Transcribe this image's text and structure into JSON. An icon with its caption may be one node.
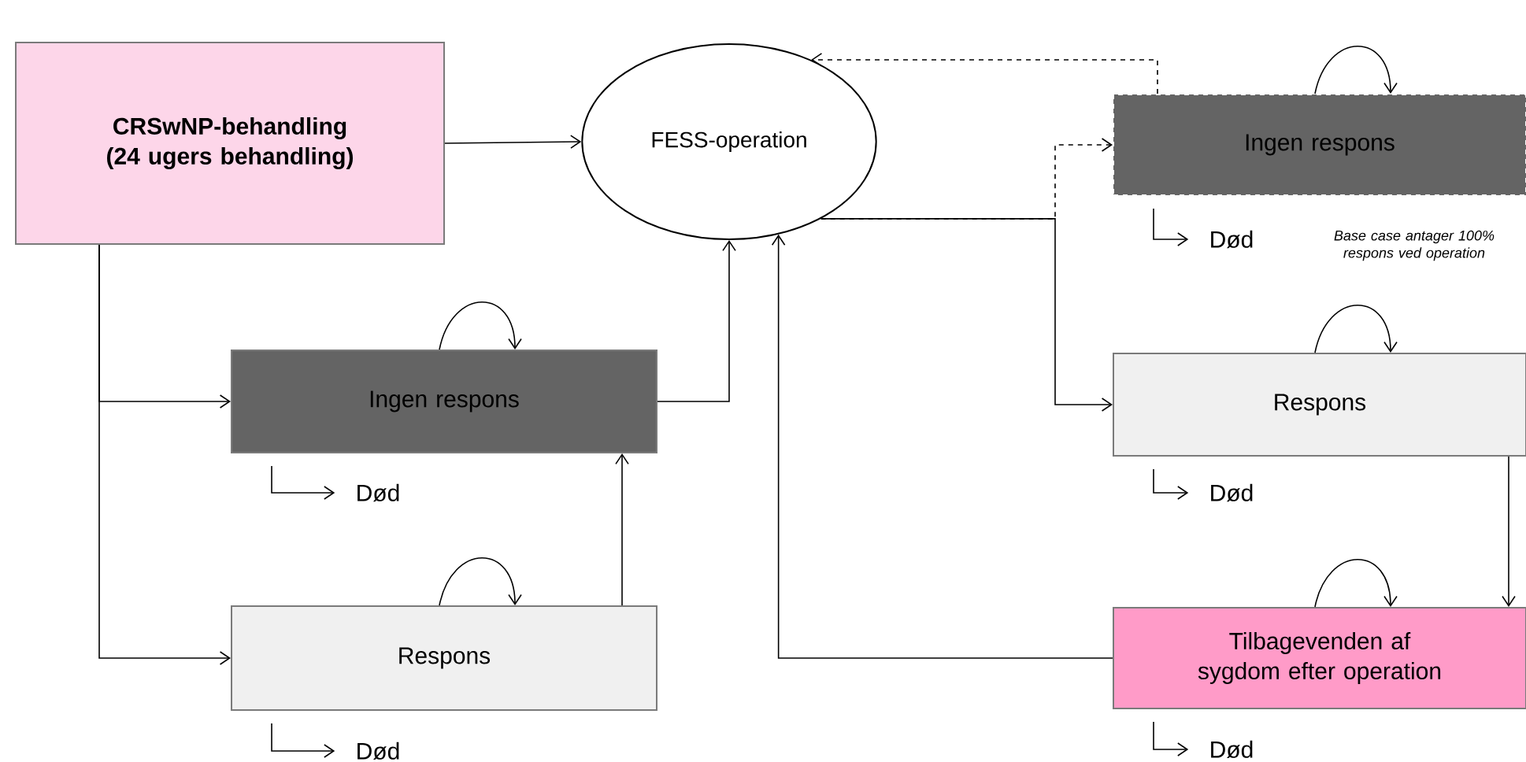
{
  "diagram": {
    "nodes": [
      {
        "text": [
          "CRSwNP-behandling (24 ugers behandling)"
        ]
      },
      {
        "text": [
          "FESS-operation"
        ]
      },
      {
        "text": [
          "Ingen respons"
        ]
      },
      {
        "text": [
          "Død"
        ]
      },
      {
        "text": [
          "Ingen respons"
        ]
      },
      {
        "text": [
          "Død"
        ]
      },
      {
        "text": [
          "Respons"
        ]
      },
      {
        "text": [
          "Død"
        ]
      },
      {
        "text": [
          "Respons"
        ]
      },
      {
        "text": [
          "Død"
        ]
      },
      {
        "text": [
          "Tilbagevenden af sygdom efter operation"
        ]
      },
      {
        "text": [
          "Død"
        ]
      }
    ],
    "edges": [
      {
        "from": 0,
        "to": 1,
        "arrow": "to"
      },
      {
        "from": 0,
        "to": 4,
        "arrow": "to"
      },
      {
        "from": 0,
        "to": 6,
        "arrow": "to"
      },
      {
        "from": 4,
        "to": 1,
        "arrow": "to"
      },
      {
        "from": 6,
        "to": 4,
        "arrow": "to"
      },
      {
        "from": 10,
        "to": 1,
        "arrow": "to"
      },
      {
        "from": 1,
        "to": 8,
        "arrow": "to"
      },
      {
        "from": 1,
        "to": 2,
        "arrow": "to",
        "style": "dashed"
      },
      {
        "from": 2,
        "to": 1,
        "arrow": "to",
        "style": "dashed"
      },
      {
        "from": 8,
        "to": 10,
        "arrow": "to"
      },
      {
        "from": 2,
        "to": 2,
        "arrow": "to"
      },
      {
        "from": 4,
        "to": 4,
        "arrow": "to"
      },
      {
        "from": 6,
        "to": 6,
        "arrow": "to"
      },
      {
        "from": 8,
        "to": 8,
        "arrow": "to"
      },
      {
        "from": 10,
        "to": 10,
        "arrow": "to"
      },
      {
        "from": 2,
        "to": 3,
        "arrow": "to"
      },
      {
        "from": 4,
        "to": 5,
        "arrow": "to"
      },
      {
        "from": 6,
        "to": 7,
        "arrow": "to"
      },
      {
        "from": 8,
        "to": 9,
        "arrow": "to"
      },
      {
        "from": 10,
        "to": 11,
        "arrow": "to"
      }
    ],
    "labels": [
      "Base case antager 100% respons ved operation"
    ]
  }
}
